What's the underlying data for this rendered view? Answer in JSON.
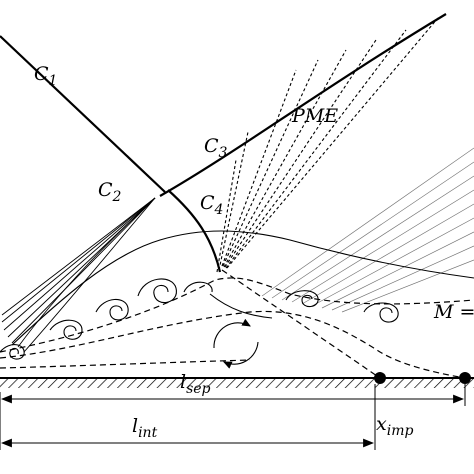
{
  "labels": {
    "c1": "C",
    "c1_sub": "1",
    "c2": "C",
    "c2_sub": "2",
    "c3": "C",
    "c3_sub": "3",
    "c4": "C",
    "c4_sub": "4",
    "pme": "PME",
    "mach": "M =",
    "x_imp": "x",
    "x_imp_sub": "imp",
    "l_sep": "l",
    "l_sep_sub": "sep",
    "l_int": "l",
    "l_int_sub": "int"
  }
}
